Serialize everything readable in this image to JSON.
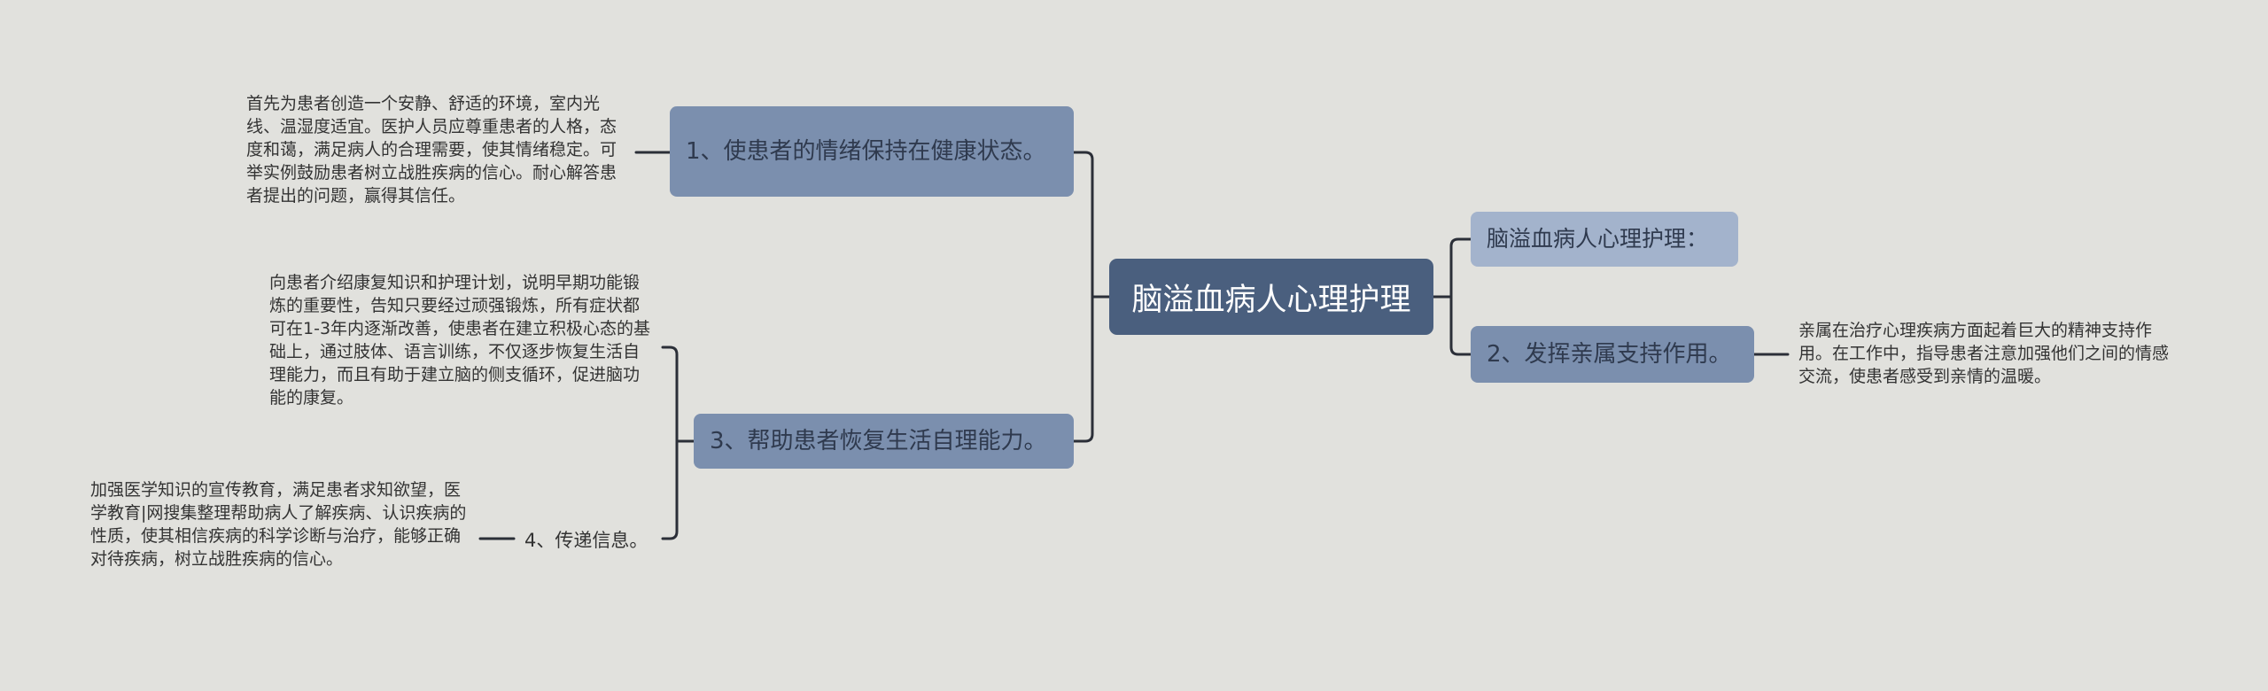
{
  "mindmap": {
    "root": "脑溢血病人心理护理",
    "topics": {
      "t1": "1、使患者的情绪保持在健康状态。",
      "t3": "3、帮助患者恢复生活自理能力。",
      "t4": "4、传递信息。",
      "r1": "脑溢血病人心理护理：",
      "r2": "2、发挥亲属支持作用。"
    },
    "notes": {
      "n1": "首先为患者创造一个安静、舒适的环境，室内光线、温湿度适宜。医护人员应尊重患者的人格，态度和蔼，满足病人的合理需要，使其情绪稳定。可举实例鼓励患者树立战胜疾病的信心。耐心解答患者提出的问题，赢得其信任。",
      "n3": "向患者介绍康复知识和护理计划，说明早期功能锻炼的重要性，告知只要经过顽强锻炼，所有症状都可在1-3年内逐渐改善，使患者在建立积极心态的基础上，通过肢体、语言训练，不仅逐步恢复生活自理能力，而且有助于建立脑的侧支循环，促进脑功能的康复。",
      "n4": "加强医学知识的宣传教育，满足患者求知欲望，医学教育|网搜集整理帮助病人了解疾病、认识疾病的性质，使其相信疾病的科学诊断与治疗，能够正确对待疾病，树立战胜疾病的信心。",
      "n2": "亲属在治疗心理疾病方面起着巨大的精神支持作用。在工作中，指导患者注意加强他们之间的情感交流，使患者感受到亲情的温暖。"
    }
  },
  "colors": {
    "background": "#e1e1dd",
    "root": "#4a5f7e",
    "topic": "#7b8fae",
    "topic_light": "#a3b3cc",
    "line": "#2b2f38"
  }
}
